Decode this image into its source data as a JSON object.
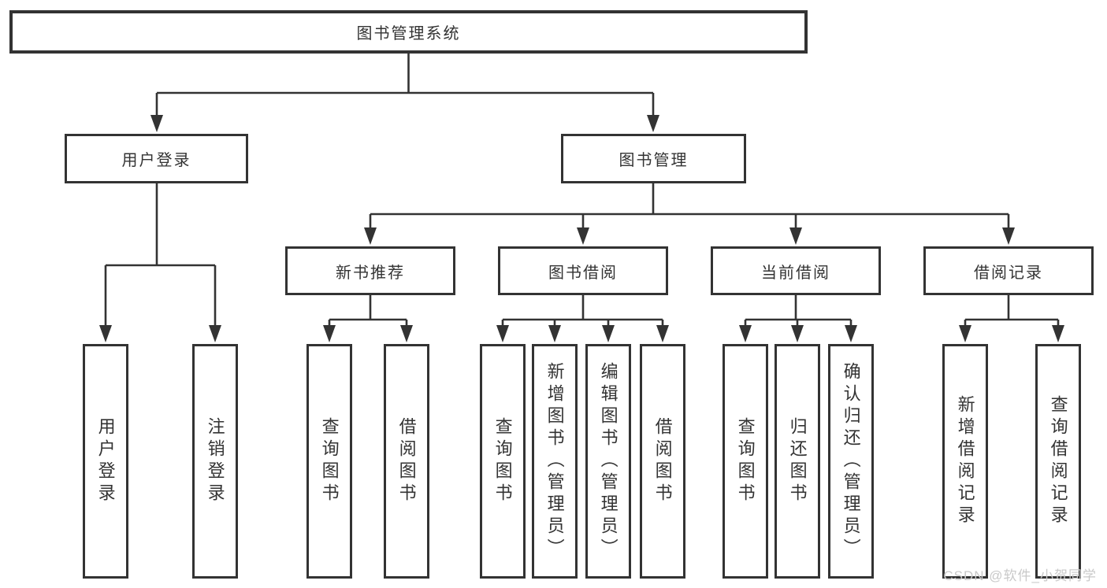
{
  "root": {
    "label": "图书管理系统"
  },
  "level2": {
    "user_login": {
      "label": "用户登录"
    },
    "book_management": {
      "label": "图书管理"
    }
  },
  "level3": {
    "new_books": {
      "label": "新书推荐"
    },
    "book_borrowing": {
      "label": "图书借阅"
    },
    "current_borrowing": {
      "label": "当前借阅"
    },
    "borrowing_records": {
      "label": "借阅记录"
    }
  },
  "leaves": {
    "user_login": [
      "用户登录",
      "注销登录"
    ],
    "new_books": [
      "查询图书",
      "借阅图书"
    ],
    "book_borrowing": [
      "查询图书",
      "新增图书（管理员）",
      "编辑图书（管理员）",
      "借阅图书"
    ],
    "current_borrowing": [
      "查询图书",
      "归还图书",
      "确认归还（管理员）"
    ],
    "borrowing_records": [
      "新增借阅记录",
      "查询借阅记录"
    ]
  },
  "watermark": "CSDN @软件_小贺同学",
  "colors": {
    "line": "#333333",
    "text": "#333333",
    "box_background": "#ffffff",
    "page_background": "#ffffff",
    "watermark": "#c9c9c9"
  }
}
